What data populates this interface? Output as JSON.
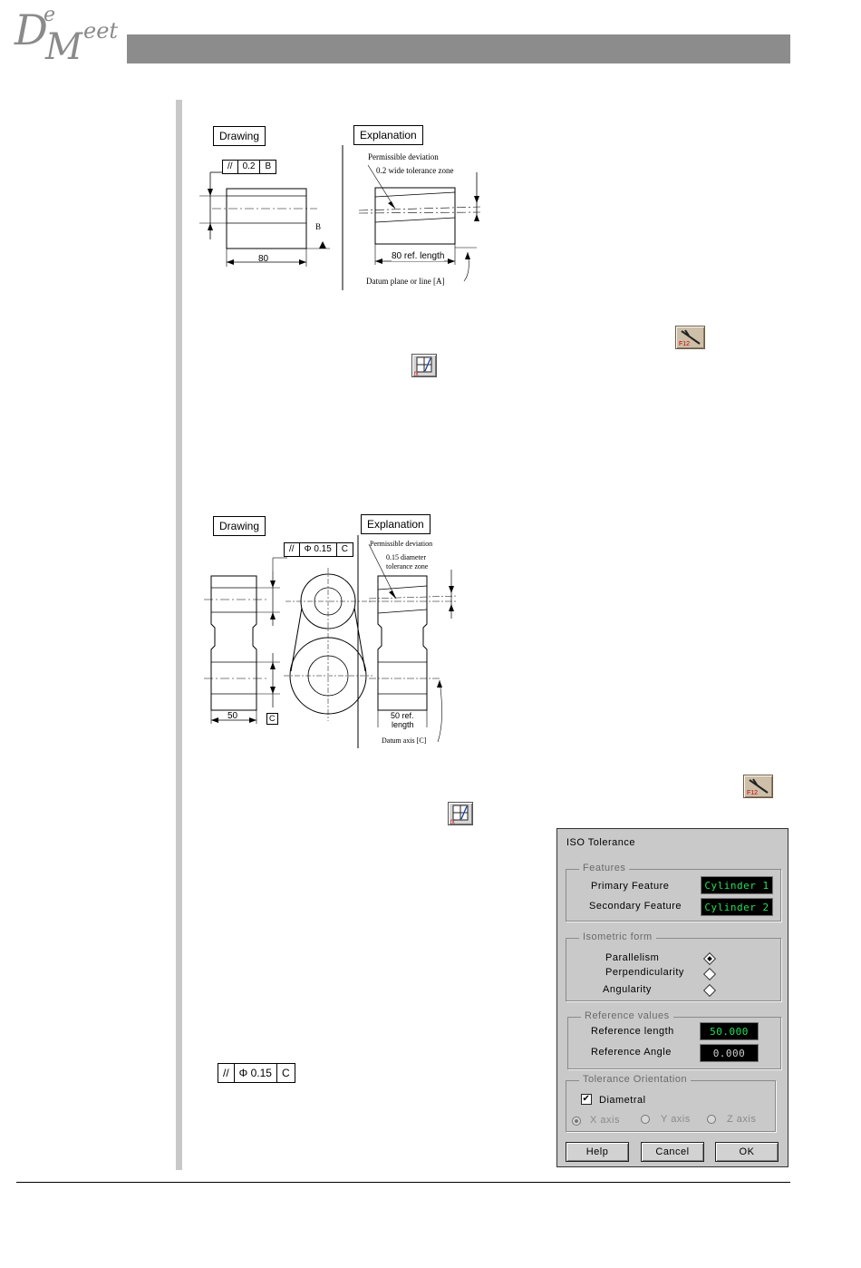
{
  "logo": {
    "letter_d": "D",
    "letter_e": "e",
    "letter_m": "M",
    "eet": "eet"
  },
  "figure1": {
    "drawing_label": "Drawing",
    "explanation_label": "Explanation",
    "fcf_symbol": "//",
    "fcf_value": "0.2",
    "fcf_datum": "B",
    "datum_letter": "B",
    "dimension": "80",
    "note_deviation": "Permissible deviation",
    "note_zone": "0.2 wide tolerance zone",
    "ref_length": "80 ref. length",
    "datum_note": "Datum plane or line [A]"
  },
  "figure2": {
    "drawing_label": "Drawing",
    "explanation_label": "Explanation",
    "fcf_symbol": "//",
    "fcf_value": "Φ 0.15",
    "fcf_datum": "C",
    "dimension": "50",
    "datum_box": "C",
    "note_deviation": "Permissible deviation",
    "note_zone_1": "0.15 diameter",
    "note_zone_2": "tolerance zone",
    "ref_length_1": "50 ref.",
    "ref_length_2": "length",
    "datum_note": "Datum axis [C]"
  },
  "icons": {
    "measure": "F12",
    "tolerance": "fx"
  },
  "fcf_bottom": {
    "symbol": "//",
    "value": "Φ 0.15",
    "datum": "C"
  },
  "dialog": {
    "title": "ISO Tolerance",
    "features": {
      "group": "Features",
      "primary_label": "Primary Feature",
      "primary_value": "Cylinder 1",
      "secondary_label": "Secondary Feature",
      "secondary_value": "Cylinder 2"
    },
    "isometric": {
      "group": "Isometric form",
      "options": [
        "Parallelism",
        "Perpendicularity",
        "Angularity"
      ],
      "selected": "Parallelism"
    },
    "reference": {
      "group": "Reference values",
      "length_label": "Reference length",
      "length_value": "50.000",
      "angle_label": "Reference Angle",
      "angle_value": "0.000"
    },
    "orientation": {
      "group": "Tolerance Orientation",
      "diametral_label": "Diametral",
      "diametral_checked": true,
      "axes": [
        "X axis",
        "Y axis",
        "Z axis"
      ],
      "selected_axis": "X axis"
    },
    "buttons": {
      "help": "Help",
      "cancel": "Cancel",
      "ok": "OK"
    }
  },
  "colors": {
    "header": "#8c8c8c",
    "dialog_bg": "#c9c9c9",
    "field_text": "#22e05a",
    "icon_bg": "#cdbfa8"
  }
}
